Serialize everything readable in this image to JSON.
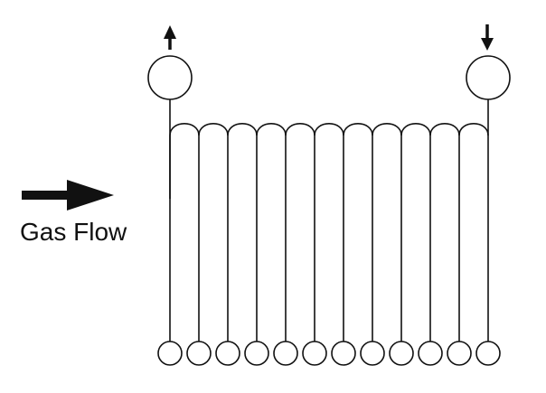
{
  "labels": {
    "gas_flow": "Gas Flow"
  },
  "diagram": {
    "tube_count": 12,
    "header_count": 2,
    "header_arrows": [
      "up-arrow-icon",
      "down-arrow-icon"
    ],
    "flow_arrow": "right-arrow-icon"
  },
  "colors": {
    "stroke": "#111111",
    "background": "#ffffff"
  }
}
